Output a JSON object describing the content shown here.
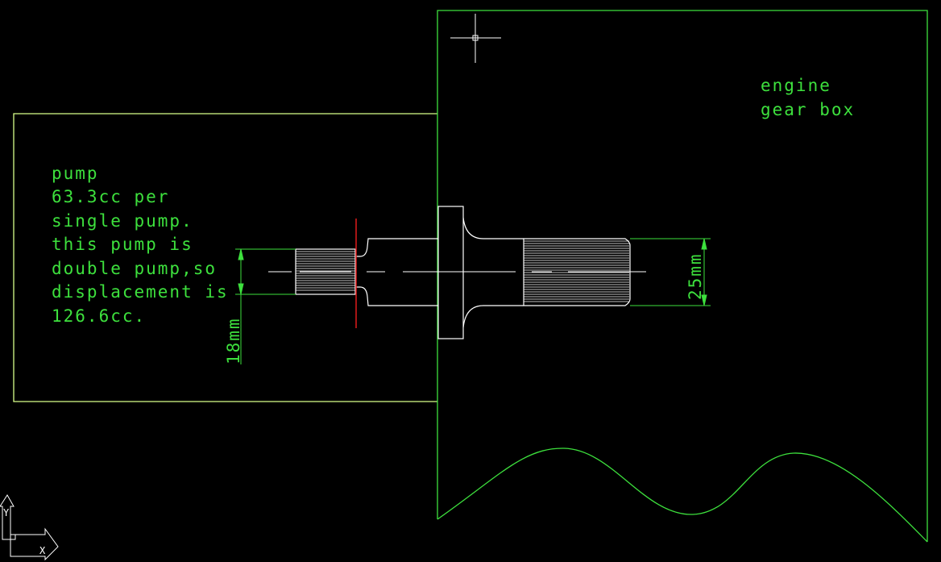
{
  "colors": {
    "background": "#000000",
    "pump_outline": "#d8ff8a",
    "gearbox_outline": "#3de03d",
    "shaft": "#ffffff",
    "label_text": "#3de03d",
    "dimension": "#3de03d",
    "cut_line": "#e01a1a"
  },
  "pump_label": [
    "pump",
    "63.3cc per",
    "single pump.",
    "this pump is",
    "double pump,so",
    "displacement is",
    "126.6cc."
  ],
  "gearbox_label": [
    "engine",
    "gear box"
  ],
  "dimensions": {
    "small_shaft": "18mm",
    "large_shaft": "25mm"
  },
  "ucs_icon": {
    "x_label": "X",
    "y_label": "Y"
  },
  "icons": {
    "cursor": "crosshair-cursor-icon",
    "ucs": "ucs-axis-icon"
  }
}
